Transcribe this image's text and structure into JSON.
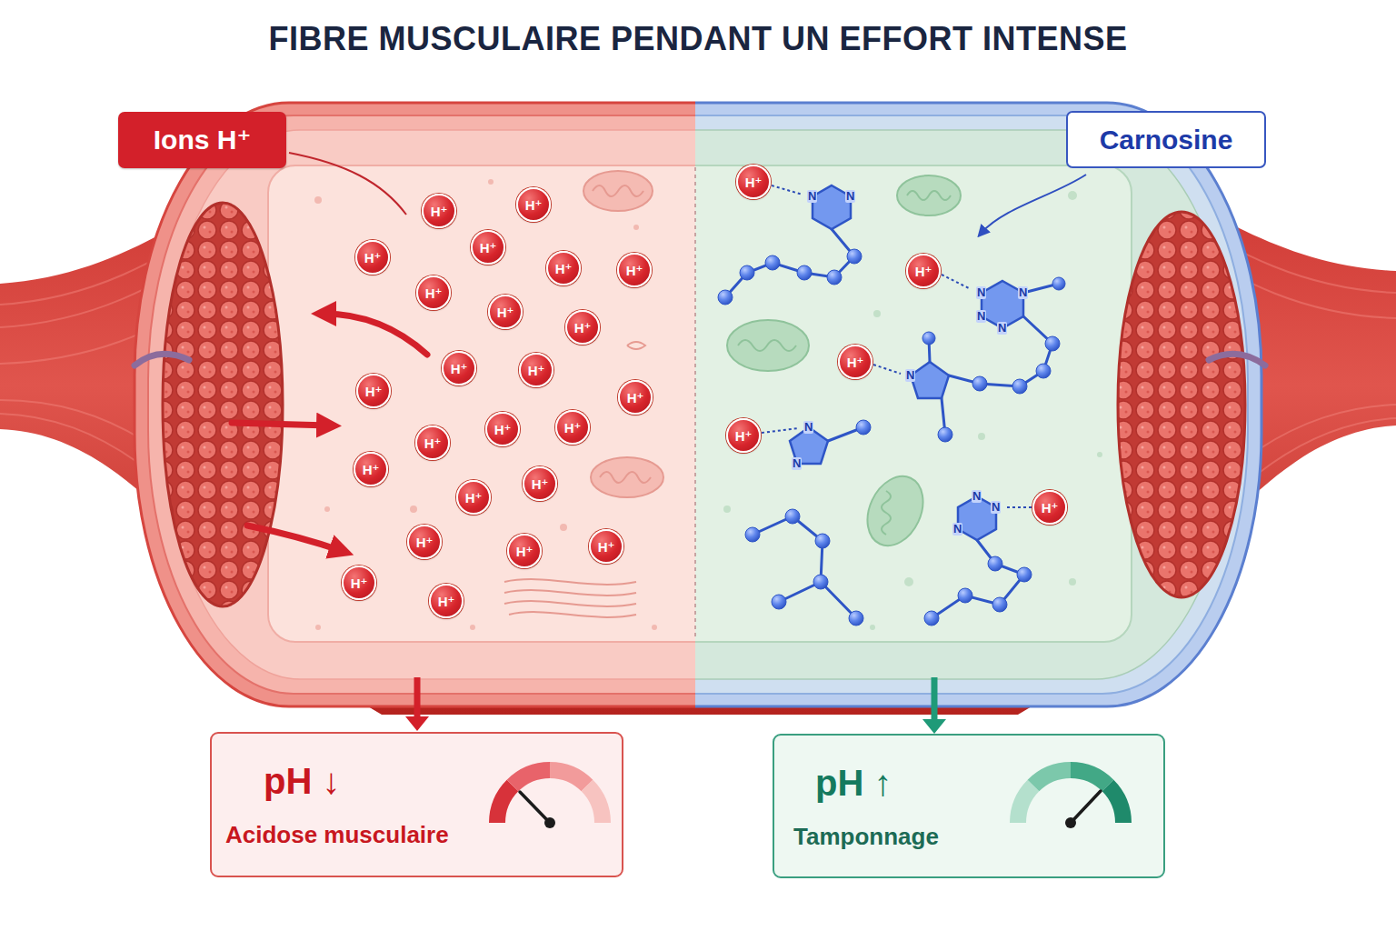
{
  "diagram": {
    "title": "FIBRE MUSCULAIRE PENDANT UN EFFORT INTENSE",
    "nodes": [
      {
        "text": [
          "Ions H⁺"
        ]
      },
      {
        "text": [
          "Carnosine"
        ]
      },
      {
        "text": [
          "H⁺"
        ]
      },
      {
        "text": [
          "H⁺"
        ]
      },
      {
        "text": [
          "H⁺"
        ]
      },
      {
        "text": [
          "H⁺"
        ]
      },
      {
        "text": [
          "H⁺"
        ]
      },
      {
        "text": [
          "H⁺"
        ]
      },
      {
        "text": [
          "H⁺"
        ]
      },
      {
        "text": [
          "H⁺"
        ]
      },
      {
        "text": [
          "H⁺"
        ]
      },
      {
        "text": [
          "H⁺"
        ]
      },
      {
        "text": [
          "H⁺"
        ]
      },
      {
        "text": [
          "H⁺"
        ]
      },
      {
        "text": [
          "H⁺"
        ]
      },
      {
        "text": [
          "H⁺"
        ]
      },
      {
        "text": [
          "H⁺"
        ]
      },
      {
        "text": [
          "H⁺"
        ]
      },
      {
        "text": [
          "H⁺"
        ]
      },
      {
        "text": [
          "H⁺"
        ]
      },
      {
        "text": [
          "H⁺"
        ]
      },
      {
        "text": [
          "H⁺"
        ]
      },
      {
        "text": [
          "H⁺"
        ]
      },
      {
        "text": [
          "H⁺"
        ]
      },
      {
        "text": [
          "H⁺"
        ]
      },
      {
        "text": [
          "H⁺"
        ]
      },
      {
        "text": [
          "H⁺"
        ]
      },
      {
        "text": [
          "H⁺"
        ]
      },
      {
        "text": [
          "H⁺"
        ]
      },
      {
        "text": [
          "H⁺"
        ]
      },
      {
        "text": [
          "H⁺"
        ]
      },
      {
        "text": [
          "pH ↓",
          "Acidose musculaire"
        ]
      },
      {
        "text": [
          "pH ↑",
          "Tamponnage"
        ]
      }
    ],
    "labels": [
      "N",
      "N",
      "N",
      "N",
      "N",
      "N",
      "N",
      "N",
      "N",
      "N",
      "N",
      "N"
    ]
  }
}
